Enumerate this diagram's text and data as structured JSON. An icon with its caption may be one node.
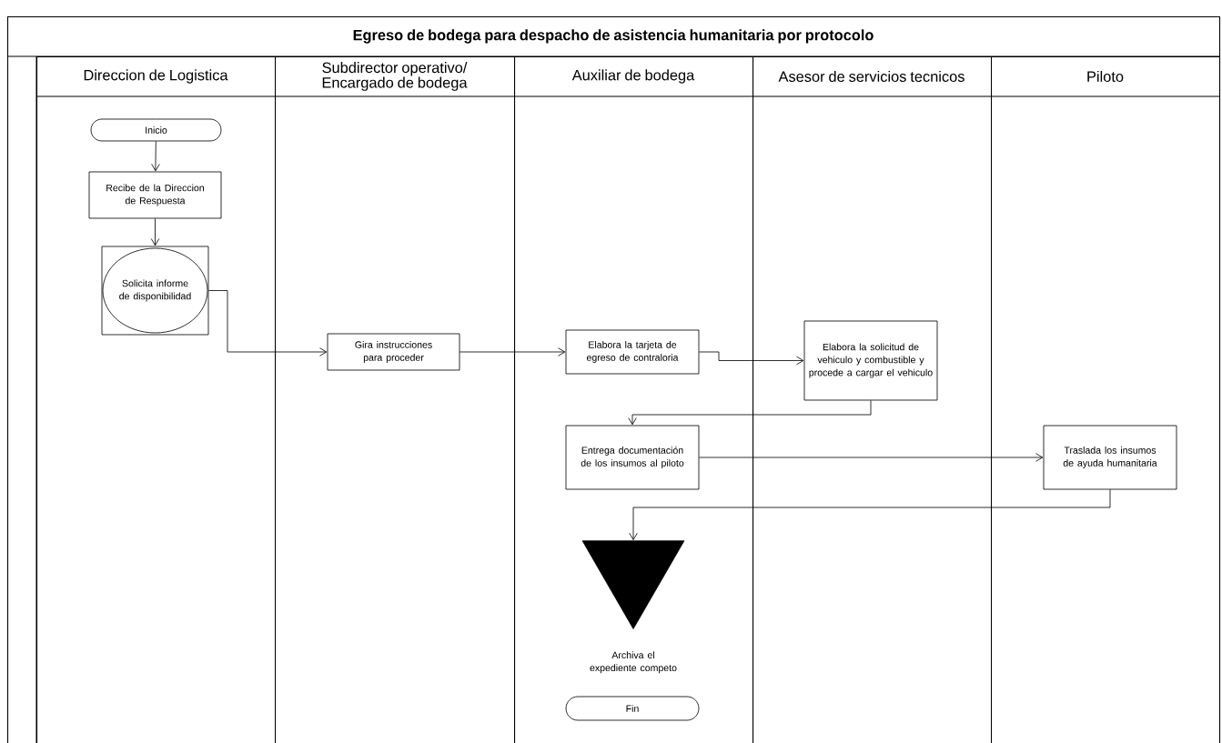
{
  "diagram": {
    "nodes": [
      {
        "text": [
          "Egreso de bodega para despacho de asistencia humanitaria por protocolo"
        ]
      },
      {
        "text": [
          "Direccion de Logistica"
        ],
        "in": 0
      },
      {
        "text": [
          "Subdirector operativo/ Encargado de bodega"
        ],
        "in": 0
      },
      {
        "text": [
          "Auxiliar de bodega"
        ],
        "in": 0
      },
      {
        "text": [
          "Asesor de servicios tecnicos"
        ],
        "in": 0
      },
      {
        "text": [
          "Piloto"
        ],
        "in": 0
      },
      {
        "text": [
          "Inicio"
        ],
        "in": 1
      },
      {
        "text": [
          "Recibe de la Direccion de Respuesta"
        ],
        "in": 1
      },
      {
        "text": [
          "Solicita informe de disponibilidad"
        ],
        "in": 1
      },
      {
        "text": [
          "Gira instrucciones para proceder"
        ],
        "in": 2
      },
      {
        "text": [
          "Elabora la tarjeta de egreso de contraloria"
        ],
        "in": 3
      },
      {
        "text": [
          "Elabora la solicitud de vehiculo y combustible y procede a cargar el vehiculo"
        ],
        "in": 4
      },
      {
        "text": [
          "Entrega documentación de los insumos al piloto"
        ],
        "in": 3
      },
      {
        "text": [
          "Traslada los insumos de ayuda humanitaria"
        ],
        "in": 5
      },
      {
        "text": [
          "Archiva el expediente competo"
        ],
        "in": 3
      },
      {
        "text": [
          "Fin"
        ],
        "in": 3
      }
    ],
    "edges": [
      {
        "from": 6,
        "to": 7,
        "arrow": "to"
      },
      {
        "from": 7,
        "to": 8,
        "arrow": "to"
      },
      {
        "from": 8,
        "to": 9,
        "arrow": "to"
      },
      {
        "from": 9,
        "to": 10,
        "arrow": "to"
      },
      {
        "from": 10,
        "to": 11,
        "arrow": "to"
      },
      {
        "from": 11,
        "to": 12,
        "arrow": "to"
      },
      {
        "from": 12,
        "to": 13,
        "arrow": "to"
      },
      {
        "from": 13,
        "to": 14,
        "arrow": "to"
      }
    ]
  }
}
